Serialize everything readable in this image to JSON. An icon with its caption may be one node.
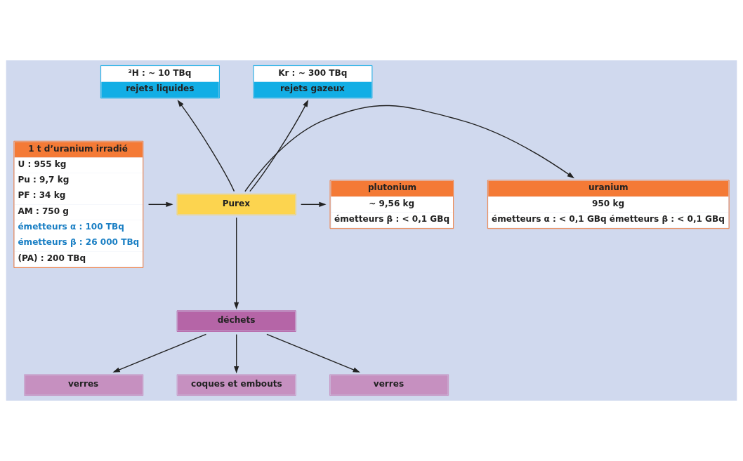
{
  "diagram": {
    "nodes": [
      {
        "text": [
          "1 t d’uranium irradié",
          "U : 955 kg",
          "Pu : 9,7 kg",
          "PF : 34 kg",
          "AM : 750 g",
          "émetteurs α : 100 TBq",
          "émetteurs β : 26 000 TBq",
          "(PA) : 200 TBq"
        ]
      },
      {
        "text": [
          "³H : ~ 10 TBq",
          "rejets liquides"
        ]
      },
      {
        "text": [
          "Kr : ~ 300 TBq",
          "rejets gazeux"
        ]
      },
      {
        "text": [
          "Purex"
        ]
      },
      {
        "text": [
          "uranium",
          "950 kg",
          "émetteurs α : < 0,1 GBq émetteurs β : < 0,1 GBq"
        ]
      },
      {
        "text": [
          "plutonium",
          "~ 9,56 kg",
          "émetteurs β : < 0,1 GBq"
        ]
      },
      {
        "text": [
          "déchets"
        ]
      },
      {
        "text": [
          "verres"
        ]
      },
      {
        "text": [
          "coques et embouts"
        ]
      },
      {
        "text": [
          "verres"
        ]
      }
    ],
    "edges": [
      {
        "from": 0,
        "to": 3,
        "arrow": "to"
      },
      {
        "from": 3,
        "to": 1,
        "arrow": "to"
      },
      {
        "from": 3,
        "to": 2,
        "arrow": "to"
      },
      {
        "from": 3,
        "to": 4,
        "arrow": "to"
      },
      {
        "from": 3,
        "to": 5,
        "arrow": "to"
      },
      {
        "from": 3,
        "to": 6,
        "arrow": "to"
      },
      {
        "from": 6,
        "to": 7,
        "arrow": "to"
      },
      {
        "from": 6,
        "to": 8,
        "arrow": "to"
      },
      {
        "from": 6,
        "to": 9,
        "arrow": "to"
      }
    ]
  }
}
